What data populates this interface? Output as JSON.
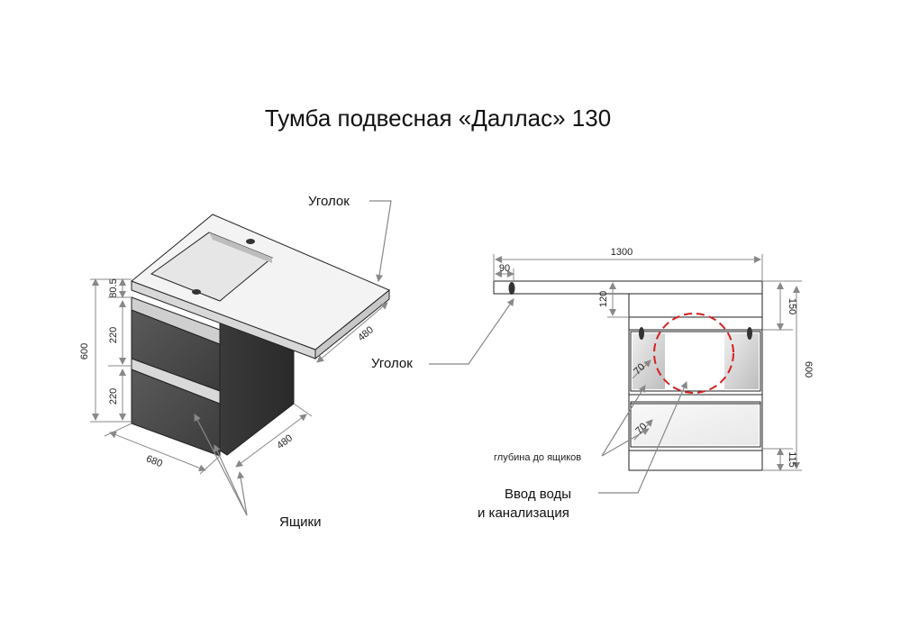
{
  "title": "Тумба подвесная «Даллас» 130",
  "labels": {
    "corner_top": "Уголок",
    "corner_mid": "Уголок",
    "drawers": "Ящики",
    "depth_note": "глубина до ящиков",
    "water_line1": "Ввод воды",
    "water_line2": "и канализация"
  },
  "iso_dims": {
    "height_total": "600",
    "top_thickness": "80.5",
    "drawer1": "220",
    "drawer2": "220",
    "width": "680",
    "depth_body": "480",
    "depth_top": "480"
  },
  "front_dims": {
    "width_total": "1300",
    "corner_offset": "90",
    "top_band": "120",
    "upper_gap": "150",
    "height_total": "600",
    "bottom_plinth": "115",
    "depth_upper": "70",
    "depth_lower": "70"
  },
  "colors": {
    "body": "#4a4a4a",
    "top": "#f2f2f2",
    "dim_line": "#888888",
    "water_circle": "#d42020"
  }
}
